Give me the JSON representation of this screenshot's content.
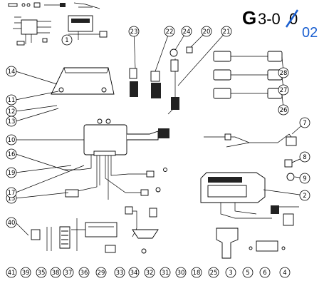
{
  "header": {
    "code_letter": "G",
    "code_rest": "3-0",
    "struck_digit": "0",
    "revision": "02",
    "revision_color": "#1a5fd0"
  },
  "callouts": [
    "1",
    "2",
    "3",
    "4",
    "5",
    "6",
    "7",
    "8",
    "9",
    "10",
    "11",
    "12",
    "13",
    "14",
    "15",
    "16",
    "17",
    "18",
    "19",
    "20",
    "21",
    "22",
    "23",
    "24",
    "25",
    "26",
    "27",
    "28",
    "29",
    "30",
    "31",
    "32",
    "33",
    "34",
    "35",
    "36",
    "37",
    "38",
    "39",
    "40",
    "41"
  ]
}
